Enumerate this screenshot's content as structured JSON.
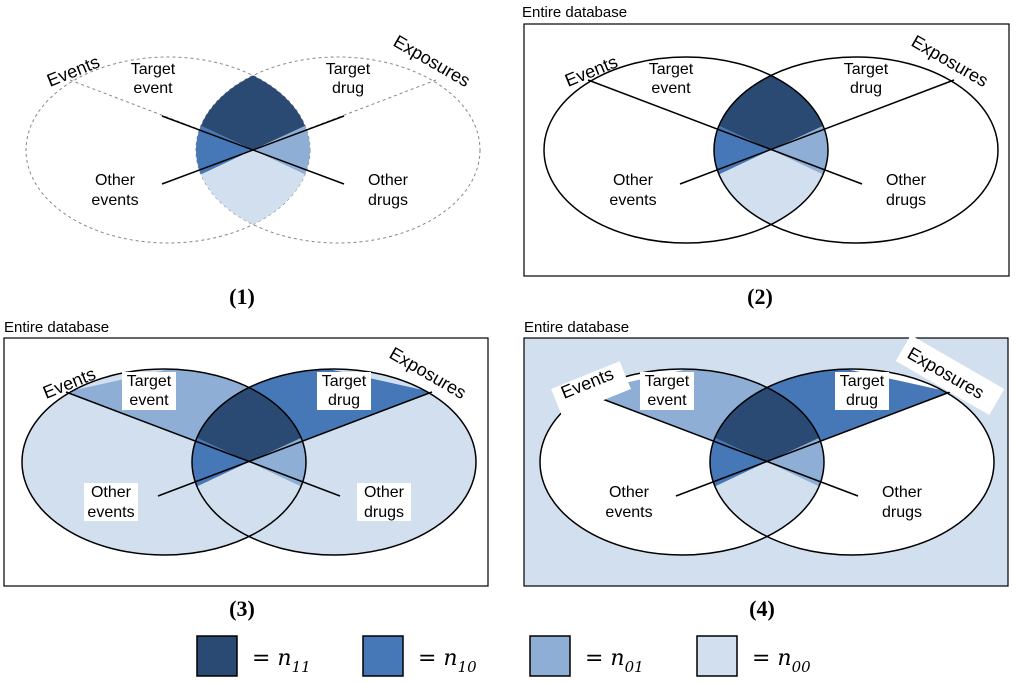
{
  "colors": {
    "n11": "#2a4a73",
    "n10": "#4677b6",
    "n01": "#8eaed5",
    "n00": "#d2dfee",
    "outline": "#000000",
    "dashed": "#888888",
    "white": "#ffffff"
  },
  "panels": [
    {
      "caption": "(1)",
      "database_label": "",
      "events_label": "Events",
      "exposures_label": "Exposures",
      "target_event": [
        "Target",
        "event"
      ],
      "target_drug": [
        "Target",
        "drug"
      ],
      "other_events": [
        "Other",
        "events"
      ],
      "other_drugs": [
        "Other",
        "drugs"
      ]
    },
    {
      "caption": "(2)",
      "database_label": "Entire database",
      "events_label": "Events",
      "exposures_label": "Exposures",
      "target_event": [
        "Target",
        "event"
      ],
      "target_drug": [
        "Target",
        "drug"
      ],
      "other_events": [
        "Other",
        "events"
      ],
      "other_drugs": [
        "Other",
        "drugs"
      ]
    },
    {
      "caption": "(3)",
      "database_label": "Entire database",
      "events_label": "Events",
      "exposures_label": "Exposures",
      "target_event": [
        "Target",
        "event"
      ],
      "target_drug": [
        "Target",
        "drug"
      ],
      "other_events": [
        "Other",
        "events"
      ],
      "other_drugs": [
        "Other",
        "drugs"
      ]
    },
    {
      "caption": "(4)",
      "database_label": "Entire database",
      "events_label": "Events",
      "exposures_label": "Exposures",
      "target_event": [
        "Target",
        "event"
      ],
      "target_drug": [
        "Target",
        "drug"
      ],
      "other_events": [
        "Other",
        "events"
      ],
      "other_drugs": [
        "Other",
        "drugs"
      ]
    }
  ],
  "legend": [
    {
      "color": "n11",
      "prefix": "= n",
      "sub": "11"
    },
    {
      "color": "n10",
      "prefix": "= n",
      "sub": "10"
    },
    {
      "color": "n01",
      "prefix": "= n",
      "sub": "01"
    },
    {
      "color": "n00",
      "prefix": "= n",
      "sub": "00"
    }
  ]
}
